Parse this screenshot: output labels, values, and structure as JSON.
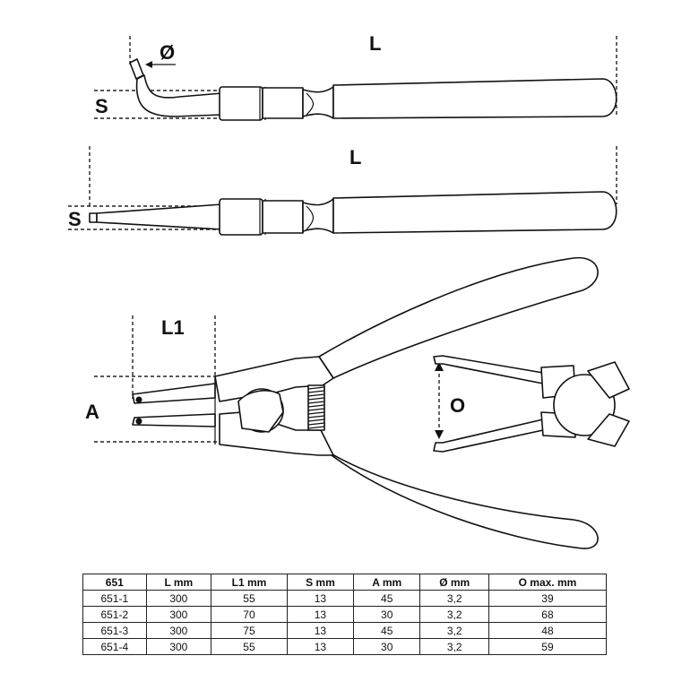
{
  "labels": {
    "bent_L": "L",
    "bent_S": "S",
    "bent_dia": "Ø",
    "straight_L": "L",
    "straight_S": "S",
    "open_L1": "L1",
    "open_A": "A",
    "open_O": "O"
  },
  "table": {
    "headers": [
      "651",
      "L  mm",
      "L1  mm",
      "S  mm",
      "A  mm",
      "Ø  mm",
      "O  max.  mm"
    ],
    "rows": [
      [
        "651-1",
        "300",
        "55",
        "13",
        "45",
        "3,2",
        "39"
      ],
      [
        "651-2",
        "300",
        "70",
        "13",
        "30",
        "3,2",
        "68"
      ],
      [
        "651-3",
        "300",
        "75",
        "13",
        "45",
        "3,2",
        "48"
      ],
      [
        "651-4",
        "300",
        "55",
        "13",
        "30",
        "3,2",
        "59"
      ]
    ]
  }
}
